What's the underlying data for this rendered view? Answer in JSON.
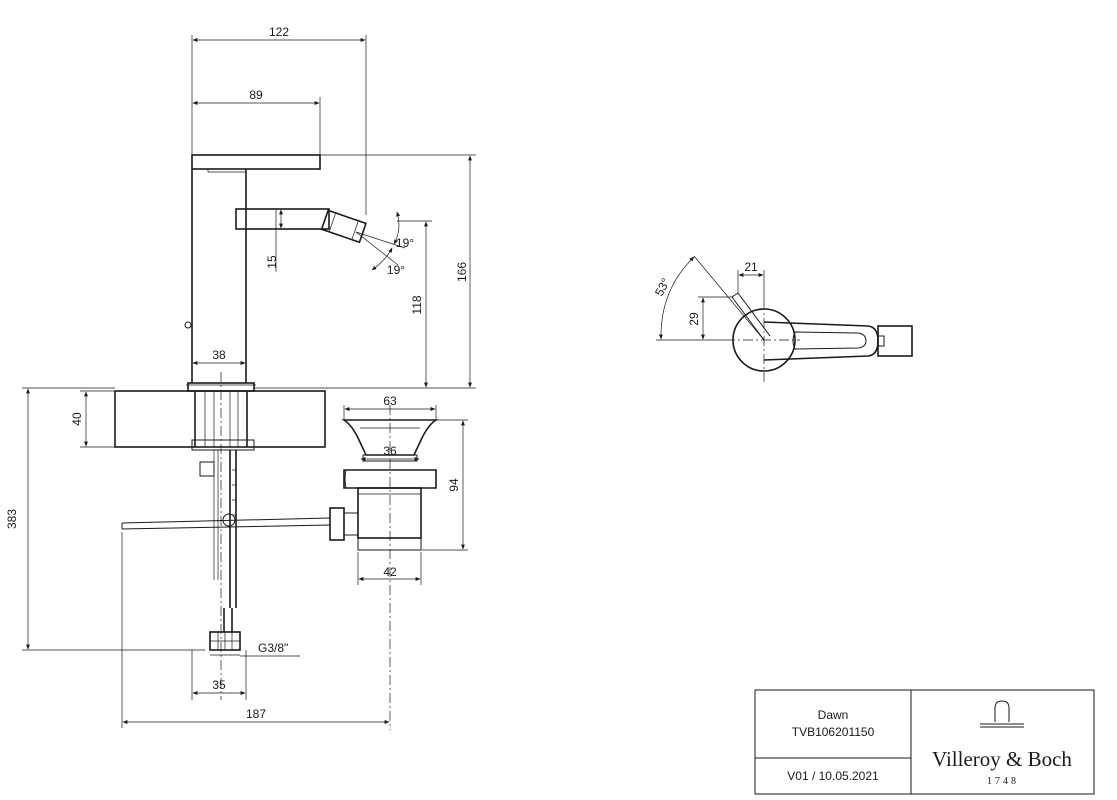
{
  "dimensions": {
    "d122": "122",
    "d89": "89",
    "d166": "166",
    "d118": "118",
    "d15": "15",
    "d19a": "19°",
    "d19b": "19°",
    "d38": "38",
    "d40": "40",
    "d383": "383",
    "d63": "63",
    "d36": "36",
    "d94": "94",
    "d42": "42",
    "d35": "35",
    "d187": "187",
    "thread": "G3/8\"",
    "d21": "21",
    "d29": "29",
    "d53": "53°"
  },
  "title_block": {
    "product": "Dawn",
    "article_no": "TVB106201150",
    "revision": "V01 / 10.05.2021",
    "brand": "Villeroy & Boch",
    "year": "1748"
  }
}
